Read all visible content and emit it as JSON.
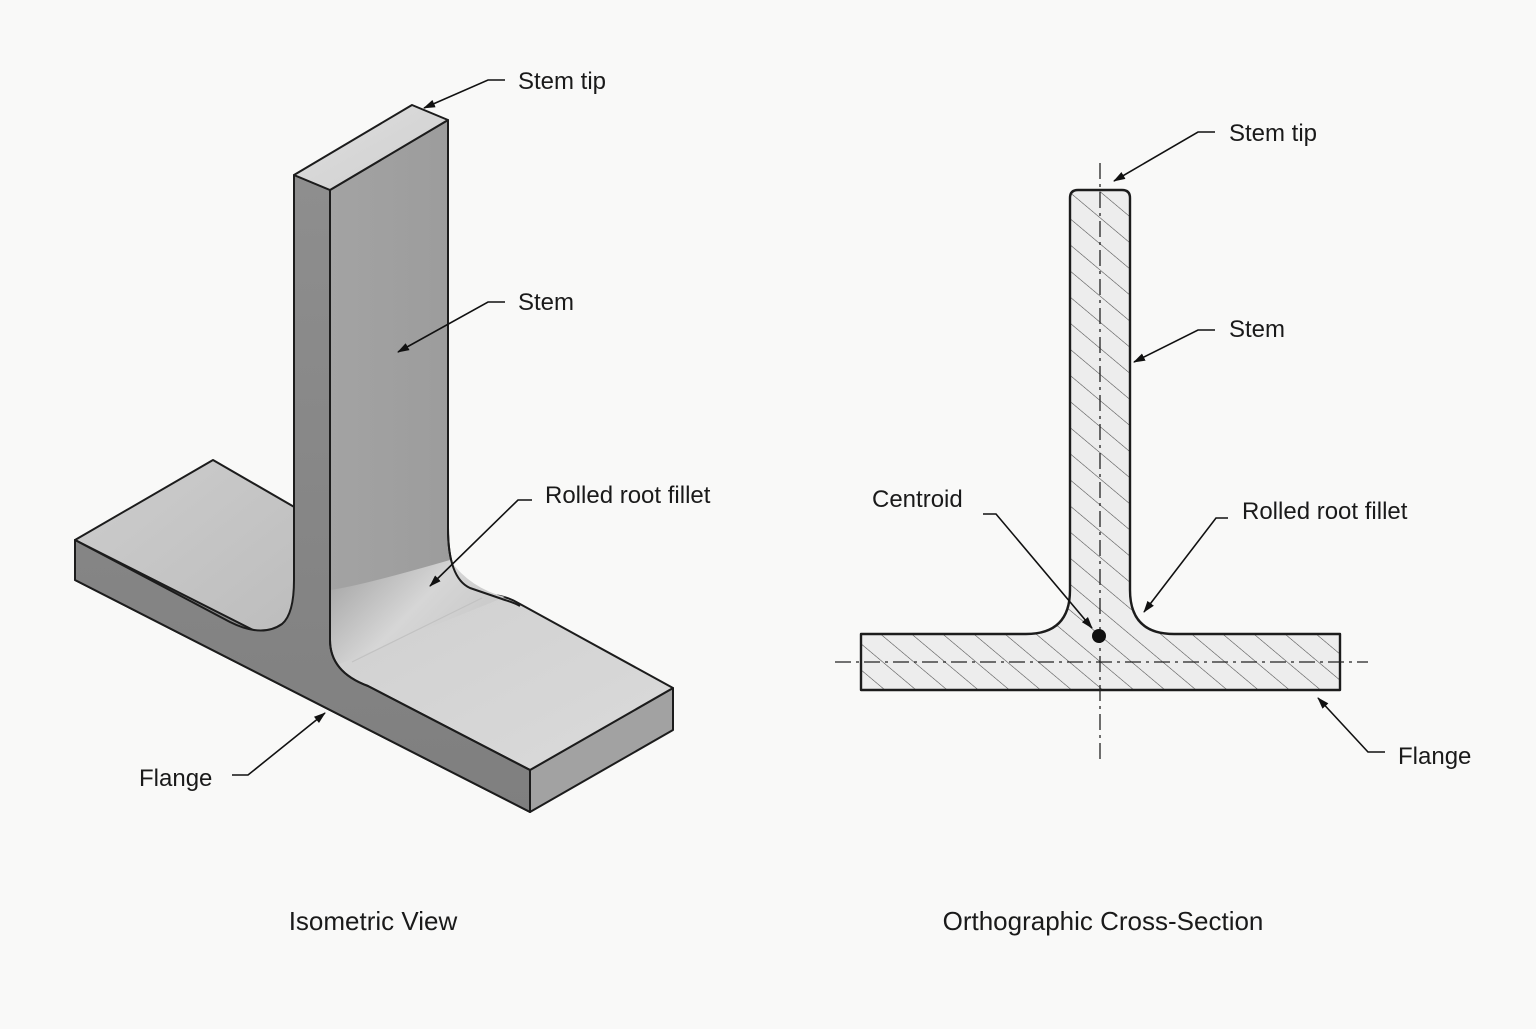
{
  "isometric": {
    "caption": "Isometric View",
    "labels": {
      "stem_tip": "Stem tip",
      "stem": "Stem",
      "root_fillet": "Rolled root fillet",
      "flange": "Flange"
    }
  },
  "section": {
    "caption": "Orthographic Cross-Section",
    "labels": {
      "stem_tip": "Stem tip",
      "stem": "Stem",
      "centroid": "Centroid",
      "root_fillet": "Rolled root fillet",
      "flange": "Flange"
    }
  },
  "colors": {
    "background": "#f9f9f8",
    "metal_light": "#d6d6d6",
    "metal_mid": "#a9a9a9",
    "metal_dark": "#858585",
    "section_fill": "#ededed",
    "outline": "#1c1c1c"
  }
}
